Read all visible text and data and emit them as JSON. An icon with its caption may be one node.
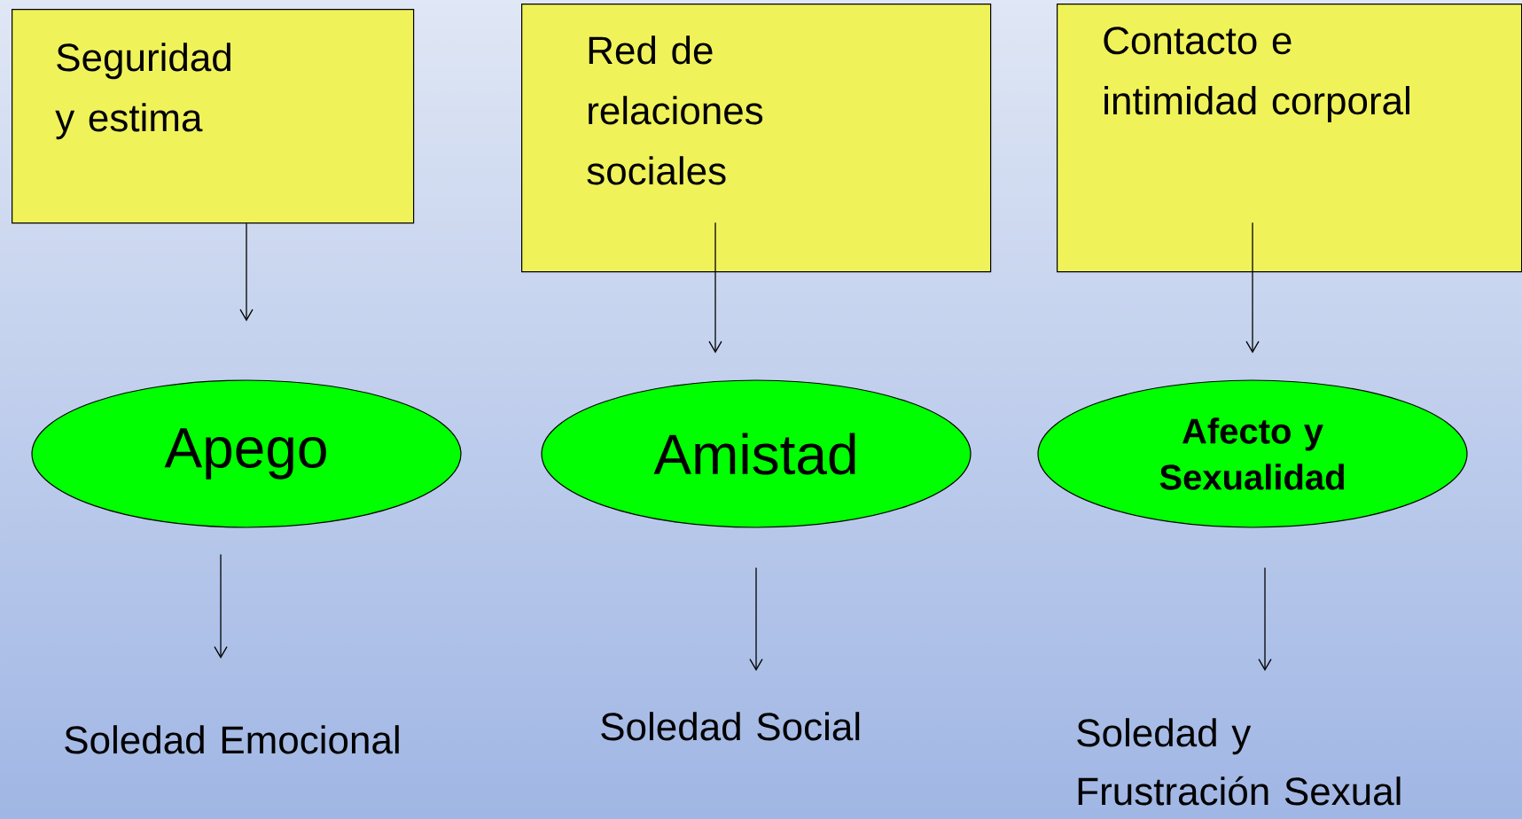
{
  "diagram": {
    "nodes": [
      {
        "text": [
          "Seguridad y estima"
        ]
      },
      {
        "text": [
          "Red de relaciones sociales"
        ]
      },
      {
        "text": [
          "Contacto e intimidad corporal"
        ]
      },
      {
        "text": [
          "Apego"
        ]
      },
      {
        "text": [
          "Amistad"
        ]
      },
      {
        "text": [
          "Afecto y Sexualidad"
        ]
      },
      {
        "text": [
          "Soledad Emocional"
        ]
      },
      {
        "text": [
          "Soledad Social"
        ]
      },
      {
        "text": [
          "Soledad y Frustración Sexual"
        ]
      }
    ],
    "edges": [
      {
        "from": 0,
        "to": 3,
        "arrow": "to"
      },
      {
        "from": 1,
        "to": 4,
        "arrow": "to"
      },
      {
        "from": 2,
        "to": 5,
        "arrow": "to"
      },
      {
        "from": 3,
        "to": 6,
        "arrow": "to"
      },
      {
        "from": 4,
        "to": 7,
        "arrow": "to"
      },
      {
        "from": 5,
        "to": 8,
        "arrow": "to"
      }
    ]
  }
}
